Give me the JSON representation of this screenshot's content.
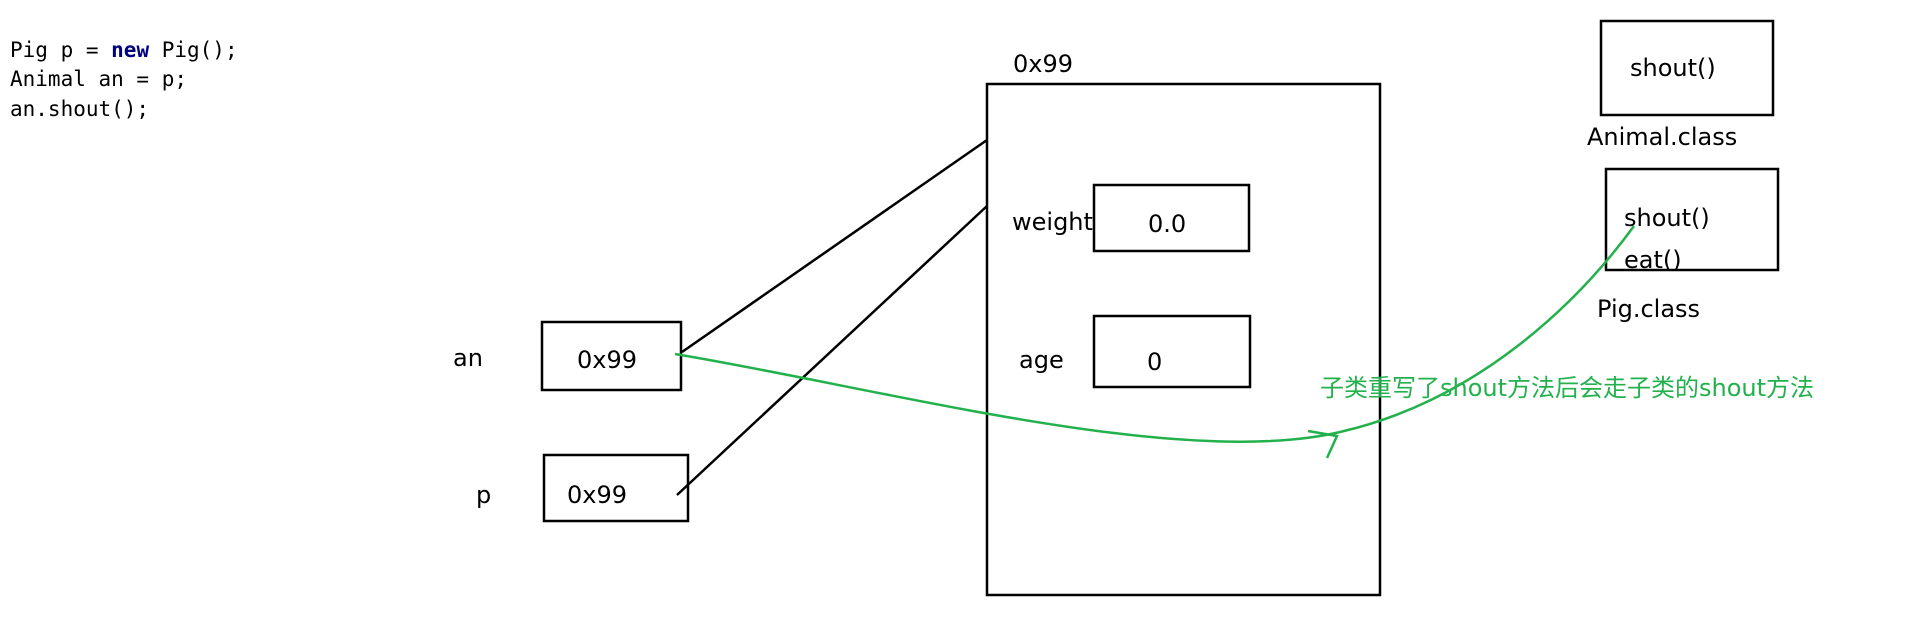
{
  "code": {
    "line1_pre": "Pig p = ",
    "line1_kw": "new",
    "line1_post": " Pig();",
    "line2": "Animal an = p;",
    "line3": "an.shout();"
  },
  "stack": {
    "an": {
      "name": "an",
      "value": "0x99"
    },
    "p": {
      "name": "p",
      "value": "0x99"
    }
  },
  "heap_object": {
    "address": "0x99",
    "fields": [
      {
        "name": "weight",
        "value": "0.0"
      },
      {
        "name": "age",
        "value": "0"
      }
    ]
  },
  "classes": [
    {
      "name": "Animal.class",
      "methods": [
        "shout()"
      ]
    },
    {
      "name": "Pig.class",
      "methods": [
        "shout()",
        "eat()"
      ]
    }
  ],
  "annotation": {
    "text": "子类重写了shout方法后会走子类的shout方法"
  },
  "colors": {
    "annotation": "#22b14c",
    "keyword": "#000080"
  }
}
